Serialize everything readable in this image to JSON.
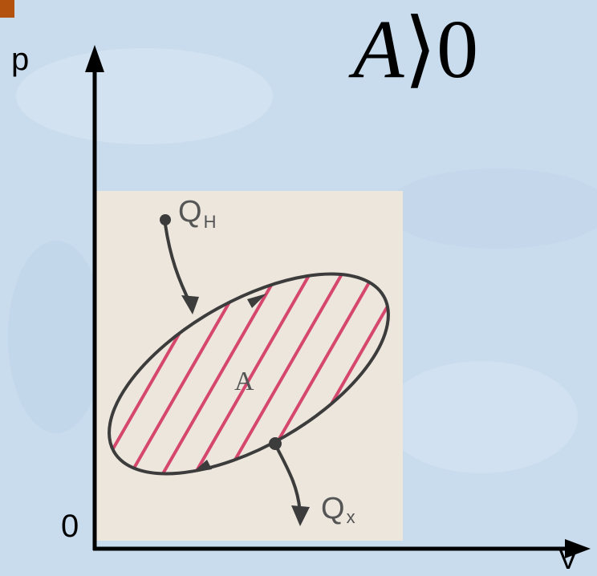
{
  "axes": {
    "y_label": "p",
    "x_label": "V",
    "origin_label": "0"
  },
  "formula": {
    "var": "A",
    "relation": "⟩",
    "value": "0"
  },
  "diagram": {
    "area_label": "A",
    "heat_in_label": "Q",
    "heat_in_sub": "H",
    "heat_out_label": "Q",
    "heat_out_sub": "x"
  },
  "colors": {
    "background": "#c9dcee",
    "accent": "#b3520f",
    "paper": "#ece6dc",
    "hatch": "#d6476e",
    "ink": "#3c3c3c"
  }
}
